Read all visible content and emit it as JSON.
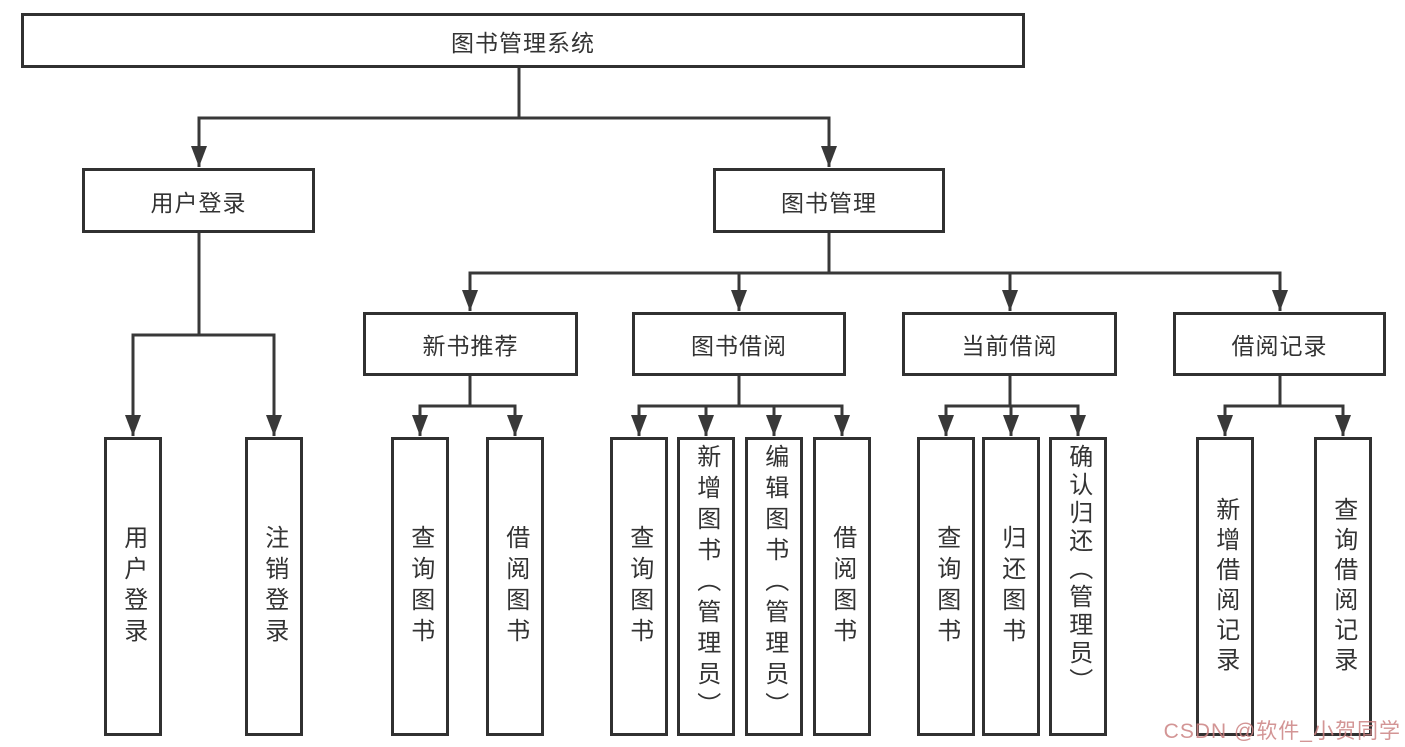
{
  "tree": {
    "root": "图书管理系统",
    "level2": {
      "user_login": "用户登录",
      "book_management": "图书管理"
    },
    "level3": {
      "new_book_recommend": "新书推荐",
      "book_borrow": "图书借阅",
      "current_borrow": "当前借阅",
      "borrow_records": "借阅记录"
    },
    "leaves": {
      "user_login": [
        "用户登录",
        "注销登录"
      ],
      "new_book_recommend": [
        "查询图书",
        "借阅图书"
      ],
      "book_borrow": [
        "查询图书",
        "新增图书（管理员）",
        "编辑图书（管理员）",
        "借阅图书"
      ],
      "current_borrow": [
        "查询图书",
        "归还图书",
        "确认归还（管理员）"
      ],
      "borrow_records": [
        "新增借阅记录",
        "查询借阅记录"
      ]
    }
  },
  "watermark": "CSDN @软件_小贺同学",
  "colors": {
    "line": "#383838",
    "box_border": "#313131",
    "text": "#333333",
    "watermark": "#cb8283",
    "background": "#ffffff"
  }
}
